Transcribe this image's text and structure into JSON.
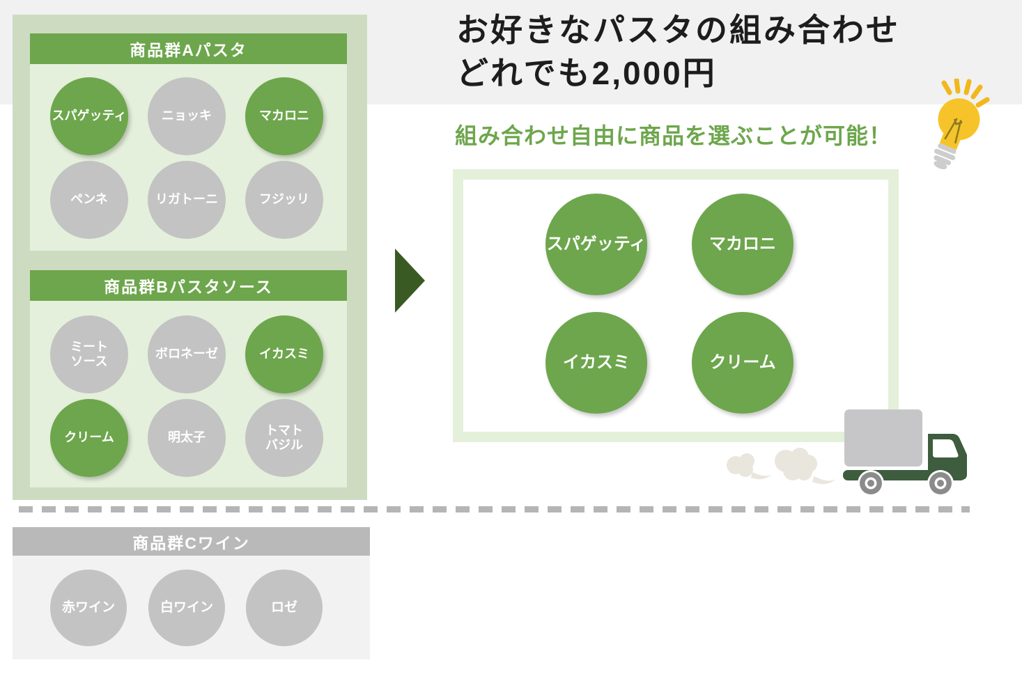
{
  "header": {
    "title_line1": "お好きなパスタの組み合わせ",
    "title_line2": "どれでも2,000円",
    "subtitle": "組み合わせ自由に商品を選ぶことが可能！"
  },
  "groups": [
    {
      "label": "商品群Aパスタ",
      "items": [
        {
          "label": "スパゲッティ",
          "selected": true
        },
        {
          "label": "ニョッキ",
          "selected": false
        },
        {
          "label": "マカロニ",
          "selected": true
        },
        {
          "label": "ペンネ",
          "selected": false
        },
        {
          "label": "リガトーニ",
          "selected": false
        },
        {
          "label": "フジッリ",
          "selected": false
        }
      ]
    },
    {
      "label": "商品群Bパスタソース",
      "items": [
        {
          "label": "ミート\nソース",
          "selected": false
        },
        {
          "label": "ボロネーゼ",
          "selected": false
        },
        {
          "label": "イカスミ",
          "selected": true
        },
        {
          "label": "クリーム",
          "selected": true
        },
        {
          "label": "明太子",
          "selected": false
        },
        {
          "label": "トマト\nバジル",
          "selected": false
        }
      ]
    },
    {
      "label": "商品群Cワイン",
      "items": [
        {
          "label": "赤ワイン",
          "selected": false
        },
        {
          "label": "白ワイン",
          "selected": false
        },
        {
          "label": "ロゼ",
          "selected": false
        }
      ]
    }
  ],
  "selection_box": {
    "items": [
      {
        "label": "スパゲッティ"
      },
      {
        "label": "マカロニ"
      },
      {
        "label": "イカスミ"
      },
      {
        "label": "クリーム"
      }
    ]
  },
  "icons": {
    "lightbulb": "lightbulb-icon",
    "truck": "delivery-truck-icon",
    "smoke": "exhaust-smoke-icon",
    "arrow": "arrow-right-icon"
  },
  "colors": {
    "accent_green": "#6da64c",
    "dark_green": "#3a5a24",
    "panel_green": "#cddcc1",
    "panel_green_light": "#e4f0db",
    "box_frame_green": "#e4f0da",
    "circle_gray": "#c3c3c3",
    "header_gray": "#b9b9b9",
    "band_gray": "#f0f1f0",
    "section_c_bg": "#f2f2f3",
    "dash_gray": "#b5b5b5",
    "truck_green": "#3e5c3e",
    "cargo_gray": "#c6c6c8",
    "bulb_yellow": "#f6c42a"
  }
}
